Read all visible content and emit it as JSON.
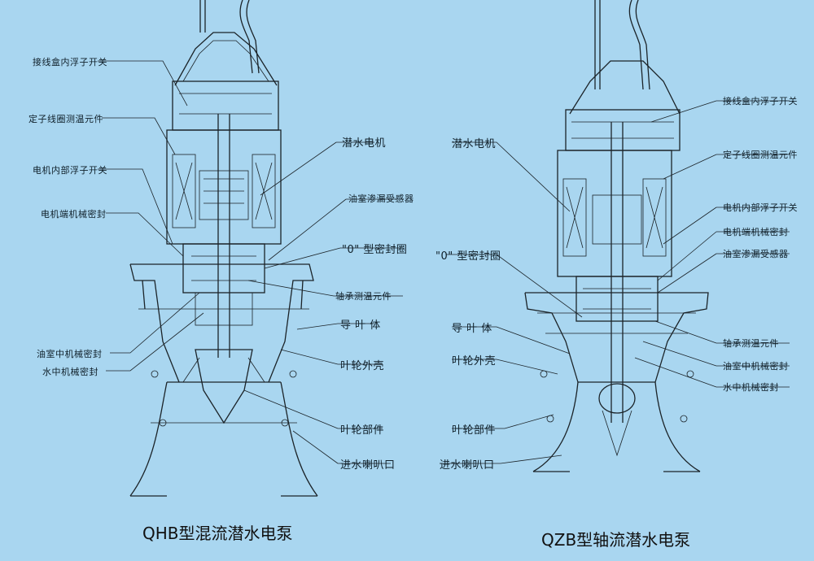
{
  "left_pump": {
    "caption": "QHB型混流潜水电泵",
    "labels": {
      "l1": "接线盒内浮子开关",
      "l2": "定子线圈测温元件",
      "l3": "电机内部浮子开关",
      "l4": "电机端机械密封",
      "l5": "油室中机械密封",
      "l6": "水中机械密封",
      "r1": "潜水电机",
      "r2": "油室渗漏受感器",
      "r3": "\"0\" 型密封圈",
      "r4": "轴承测温元件",
      "r5": "导 叶 体",
      "r6": "叶轮外壳",
      "r7": "叶轮部件",
      "r8": "进水喇叭口"
    }
  },
  "right_pump": {
    "caption": "QZB型轴流潜水电泵",
    "labels": {
      "l1": "潜水电机",
      "l2": "\"0\" 型密封圈",
      "l3": "导 叶 体",
      "l4": "叶轮外壳",
      "l5": "叶轮部件",
      "l6": "进水喇叭口",
      "r1": "接线盒内浮子开关",
      "r2": "定子线圈测温元件",
      "r3": "电机内部浮子开关",
      "r4": "电机端机械密封",
      "r5": "油室渗漏受感器",
      "r6": "轴承测温元件",
      "r7": "油室中机械密封",
      "r8": "水中机械密封"
    }
  }
}
